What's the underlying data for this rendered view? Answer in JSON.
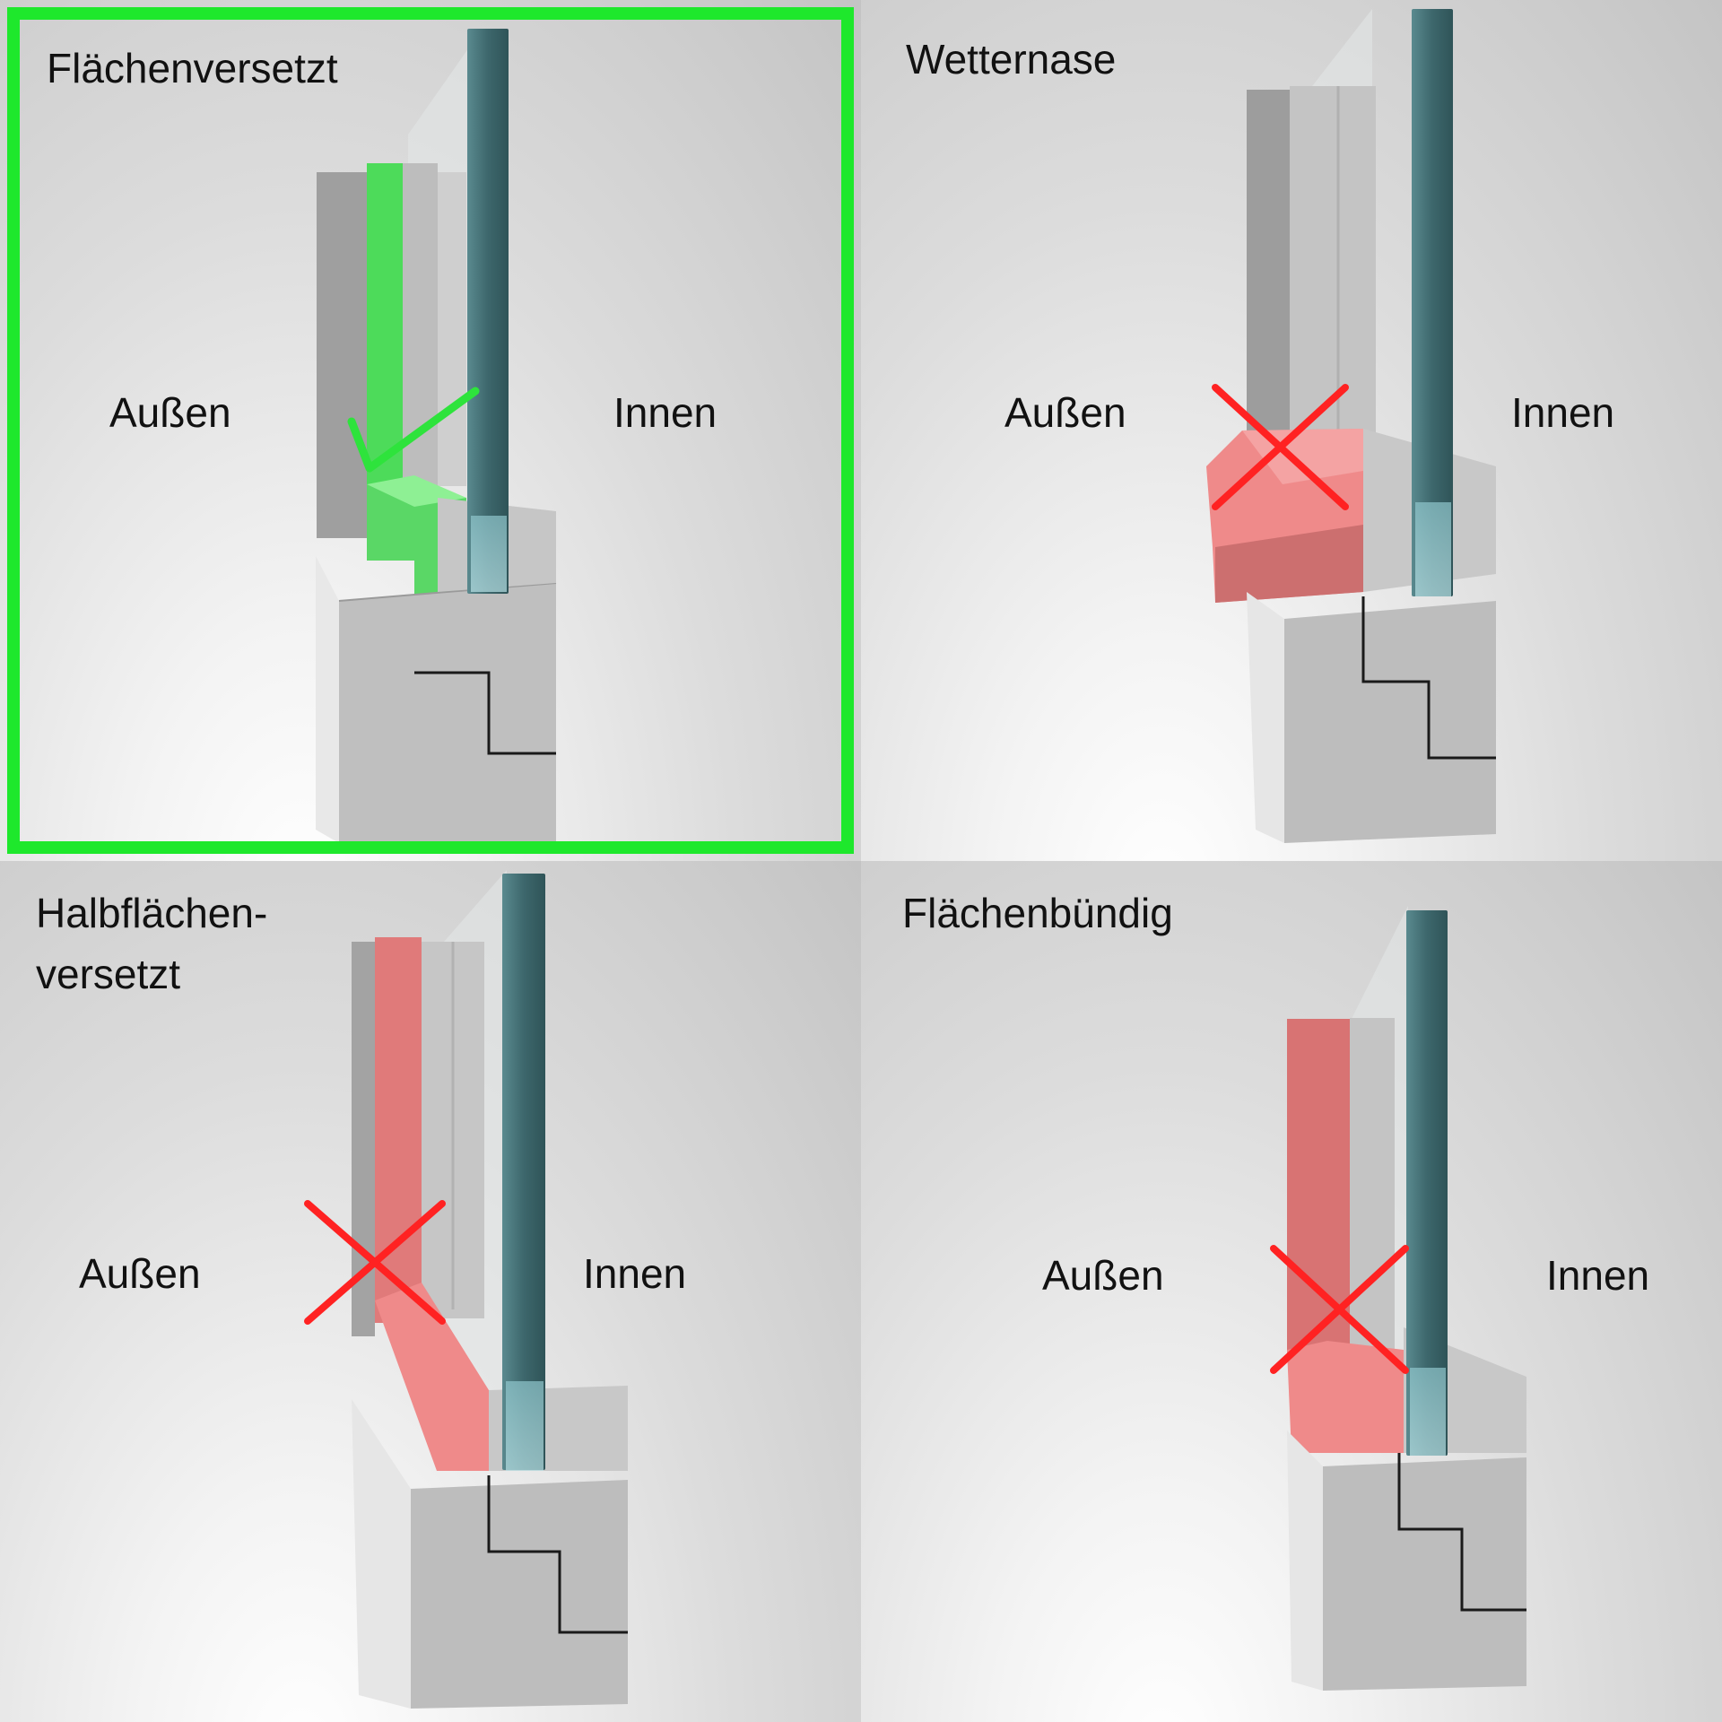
{
  "panels": [
    {
      "title": "Flächenversetzt",
      "outside": "Außen",
      "inside": "Innen",
      "verdict": "check",
      "accent": "#22e23a"
    },
    {
      "title": "Wetternase",
      "outside": "Außen",
      "inside": "Innen",
      "verdict": "cross",
      "accent": "#ff2a2a"
    },
    {
      "title_line1": "Halbflächen-",
      "title_line2": "versetzt",
      "outside": "Außen",
      "inside": "Innen",
      "verdict": "cross",
      "accent": "#ff2a2a"
    },
    {
      "title": "Flächenbündig",
      "outside": "Außen",
      "inside": "Innen",
      "verdict": "cross",
      "accent": "#ff2a2a"
    }
  ],
  "selected_panel": "Flächenversetzt",
  "colors": {
    "selection_frame": "#1ee82c",
    "highlight_good": "#4ddb5a",
    "highlight_bad": "#ef8a8a",
    "glass": "#3f6d72",
    "frame": "#b8b8b8"
  }
}
